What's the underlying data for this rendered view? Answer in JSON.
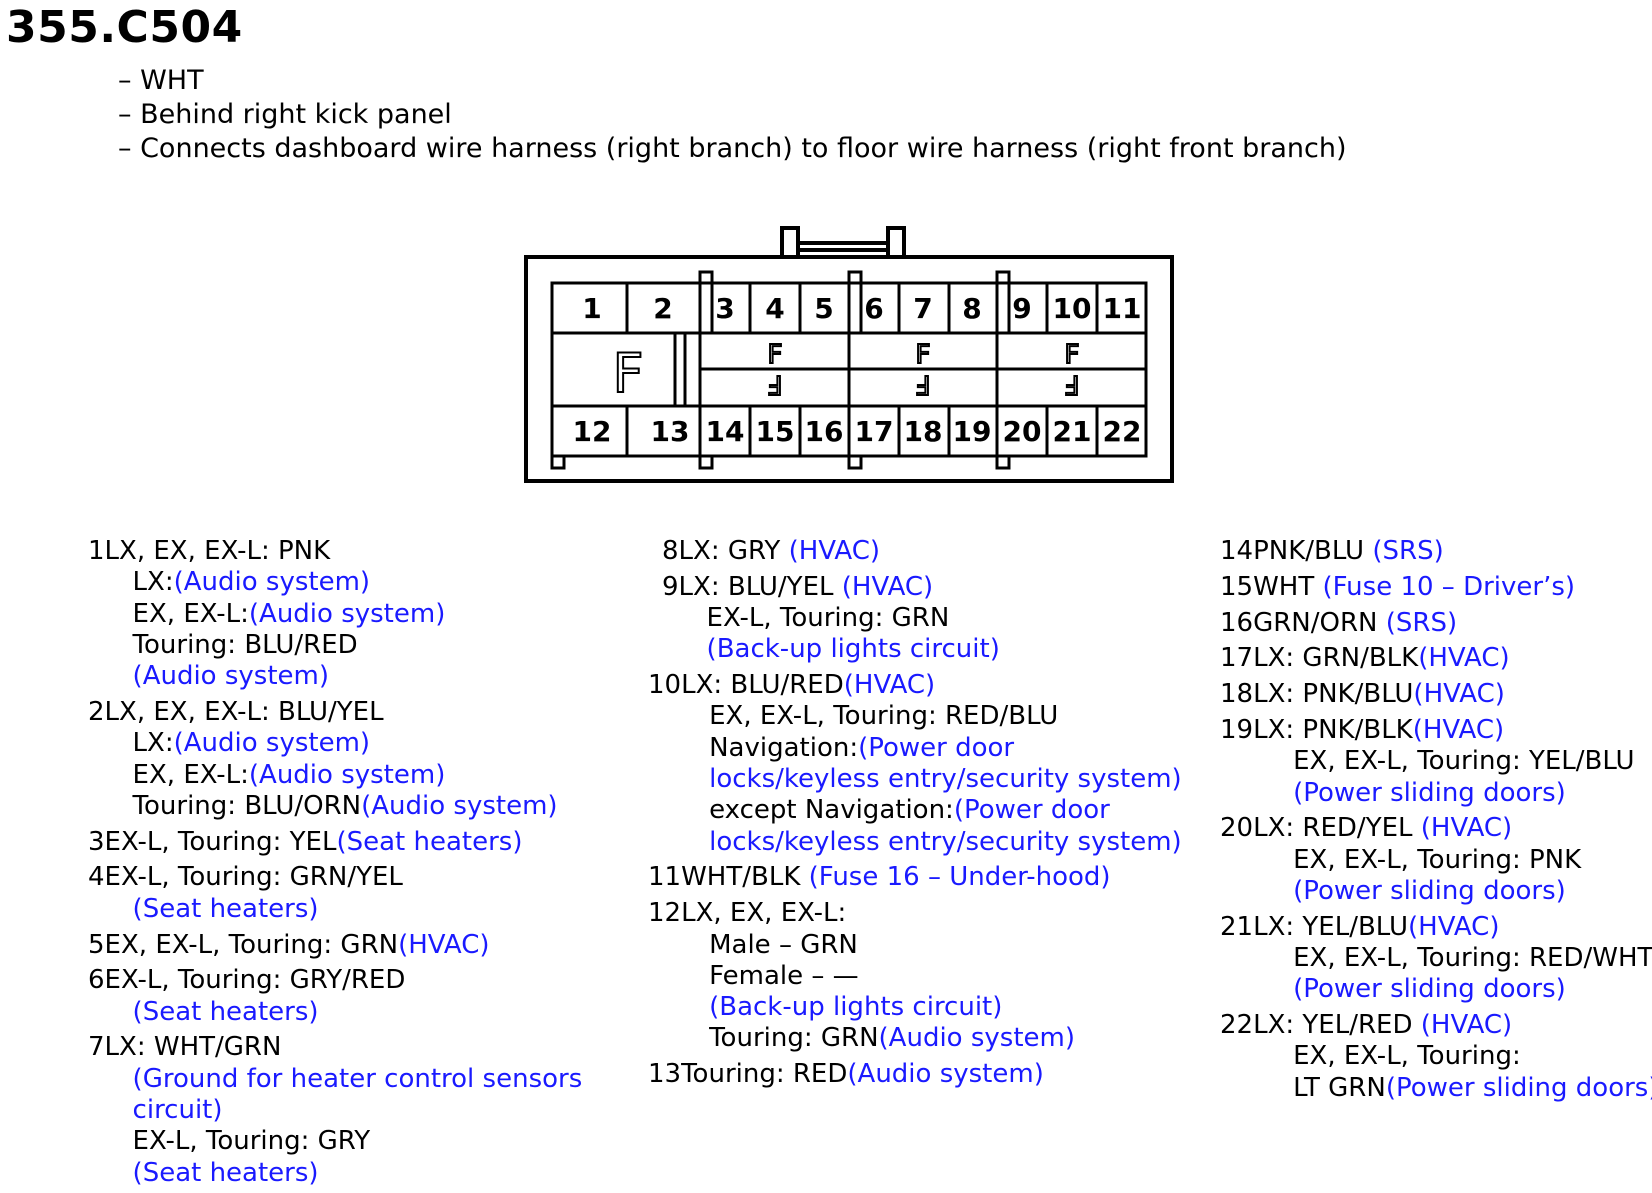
{
  "title": "355.C504",
  "bullets": [
    "– WHT",
    "– Behind right kick panel",
    "– Connects dashboard wire harness (right branch) to floor wire harness (right front branch)"
  ],
  "connector": {
    "top_pins": [
      "1",
      "2",
      "3",
      "4",
      "5",
      "6",
      "7",
      "8",
      "9",
      "10",
      "11"
    ],
    "bottom_pins": [
      "12",
      "13",
      "14",
      "15",
      "16",
      "17",
      "18",
      "19",
      "20",
      "21",
      "22"
    ],
    "left_key": "F",
    "small_keys_top": [
      "F",
      "F",
      "F"
    ],
    "small_keys_bottom": [
      "F",
      "F",
      "F"
    ]
  },
  "col1": {
    "p1": {
      "num": "1",
      "l1": "LX, EX, EX-L: PNK",
      "l2a": "LX:",
      "l2b": "(Audio system)",
      "l3a": "EX, EX-L:",
      "l3b": "(Audio system)",
      "l4": "Touring: BLU/RED",
      "l5": "(Audio system)"
    },
    "p2": {
      "num": "2",
      "l1": "LX, EX, EX-L: BLU/YEL",
      "l2a": "LX:",
      "l2b": "(Audio system)",
      "l3a": "EX, EX-L:",
      "l3b": "(Audio system)",
      "l4a": "Touring: BLU/ORN",
      "l4b": "(Audio system)"
    },
    "p3": {
      "num": "3",
      "l1a": "EX-L, Touring: YEL",
      "l1b": "(Seat heaters)"
    },
    "p4": {
      "num": "4",
      "l1": "EX-L, Touring: GRN/YEL",
      "l2": "(Seat heaters)"
    },
    "p5": {
      "num": "5",
      "l1a": "EX, EX-L, Touring: GRN",
      "l1b": "(HVAC)"
    },
    "p6": {
      "num": "6",
      "l1": "EX-L, Touring: GRY/RED",
      "l2": "(Seat heaters)"
    },
    "p7": {
      "num": "7",
      "l1": "LX: WHT/GRN",
      "l2": "(Ground for heater control sensors",
      "l3": "circuit)",
      "l4": "EX-L, Touring: GRY",
      "l5": "(Seat heaters)"
    }
  },
  "col2": {
    "p8": {
      "num": "8",
      "l1a": "LX: GRY ",
      "l1b": "(HVAC)"
    },
    "p9": {
      "num": "9",
      "l1a": "LX: BLU/YEL ",
      "l1b": "(HVAC)",
      "l2": "EX-L, Touring: GRN",
      "l3": "(Back-up lights circuit)"
    },
    "p10": {
      "num": "10",
      "l1a": "LX: BLU/RED",
      "l1b": "(HVAC)",
      "l2": "EX, EX-L, Touring: RED/BLU",
      "l3a": "Navigation:",
      "l3b": "(Power door",
      "l4": "locks/keyless entry/security system)",
      "l5a": "except Navigation:",
      "l5b": "(Power door",
      "l6": "locks/keyless entry/security system)"
    },
    "p11": {
      "num": "11",
      "l1a": "WHT/BLK",
      "l1b": "(Fuse 16 – Under-hood)"
    },
    "p12": {
      "num": "12",
      "l1": "LX, EX, EX-L:",
      "l2": "Male – GRN",
      "l3": "Female – —",
      "l4": "(Back-up lights circuit)",
      "l5a": "Touring: GRN",
      "l5b": "(Audio system)"
    },
    "p13": {
      "num": "13",
      "l1a": "Touring: RED",
      "l1b": "(Audio system)"
    }
  },
  "col3": {
    "p14": {
      "num": "14",
      "l1a": "PNK/BLU ",
      "l1b": "(SRS)"
    },
    "p15": {
      "num": "15",
      "l1a": "WHT ",
      "l1b": "(Fuse 10 – Driver’s)"
    },
    "p16": {
      "num": "16",
      "l1a": "GRN/ORN ",
      "l1b": "(SRS)"
    },
    "p17": {
      "num": "17",
      "l1a": "LX: GRN/BLK",
      "l1b": "(HVAC)"
    },
    "p18": {
      "num": "18",
      "l1a": "LX: PNK/BLU",
      "l1b": "(HVAC)"
    },
    "p19": {
      "num": "19",
      "l1a": "LX: PNK/BLK",
      "l1b": "(HVAC)",
      "l2": "EX, EX-L, Touring: YEL/BLU",
      "l3": "(Power sliding doors)"
    },
    "p20": {
      "num": "20",
      "l1a": "LX: RED/YEL ",
      "l1b": "(HVAC)",
      "l2": "EX, EX-L, Touring: PNK",
      "l3": "(Power sliding doors)"
    },
    "p21": {
      "num": "21",
      "l1a": "LX: YEL/BLU",
      "l1b": "(HVAC)",
      "l2": "EX, EX-L, Touring: RED/WHT",
      "l3": "(Power sliding doors)"
    },
    "p22": {
      "num": "22",
      "l1a": "LX: YEL/RED ",
      "l1b": "(HVAC)",
      "l2": "EX, EX-L, Touring:",
      "l3a": "LT GRN",
      "l3b": "(Power sliding doors)"
    }
  }
}
